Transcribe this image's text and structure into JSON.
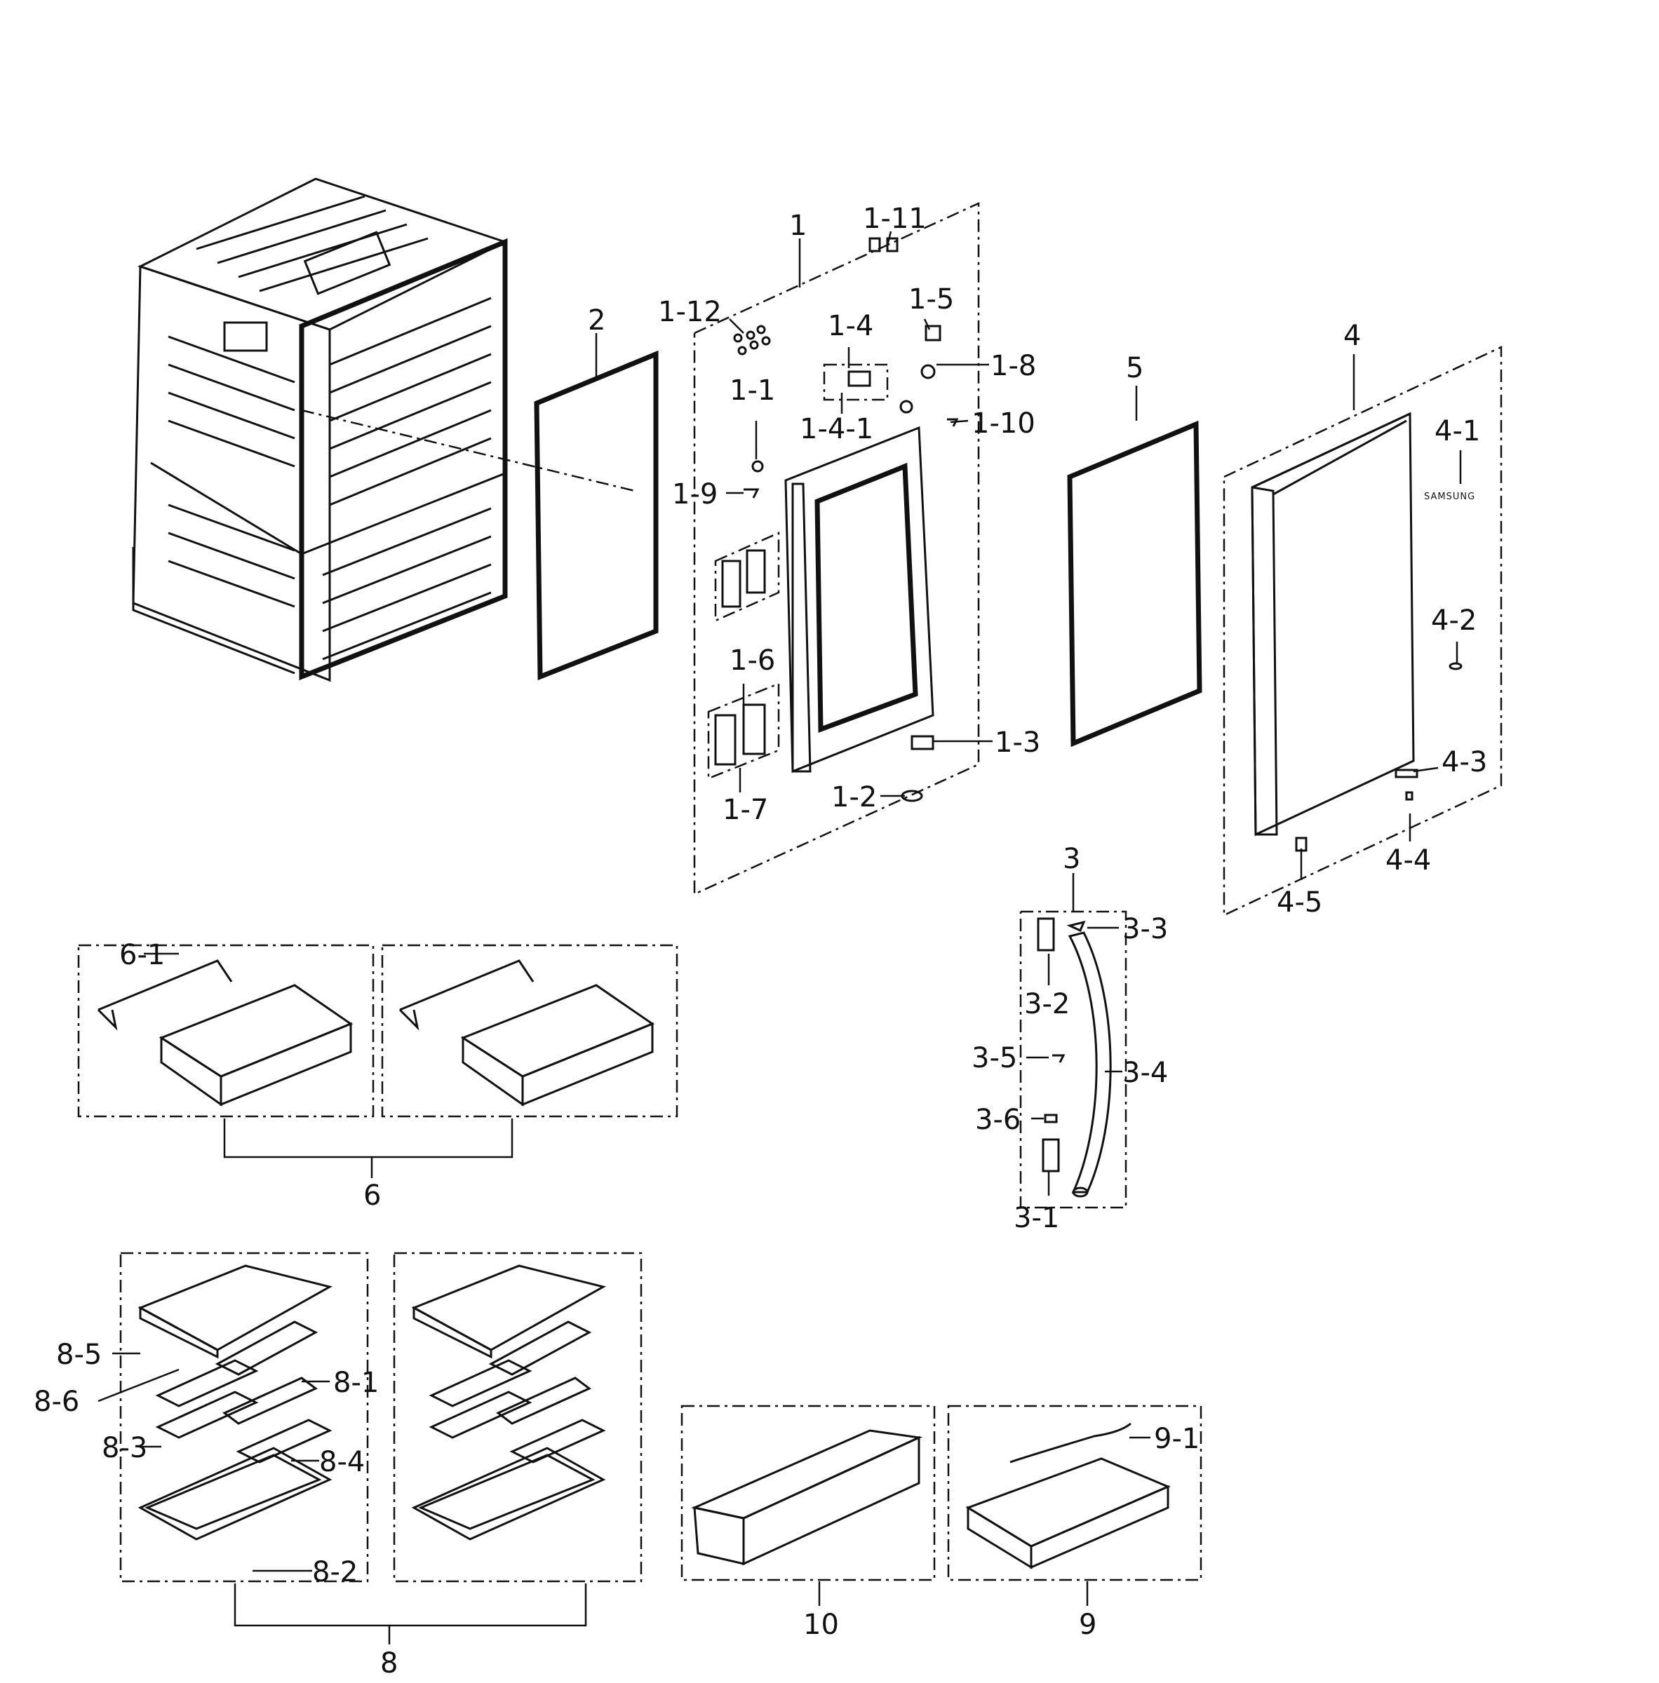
{
  "labels": [
    {
      "id": "1",
      "text": "1"
    },
    {
      "id": "1-11",
      "text": "1-11"
    },
    {
      "id": "1-12",
      "text": "1-12"
    },
    {
      "id": "1-5",
      "text": "1-5"
    },
    {
      "id": "1-4",
      "text": "1-4"
    },
    {
      "id": "1-8",
      "text": "1-8"
    },
    {
      "id": "1-1",
      "text": "1-1"
    },
    {
      "id": "1-4-1",
      "text": "1-4-1"
    },
    {
      "id": "1-10",
      "text": "1-10"
    },
    {
      "id": "1-9",
      "text": "1-9"
    },
    {
      "id": "1-6",
      "text": "1-6"
    },
    {
      "id": "1-3",
      "text": "1-3"
    },
    {
      "id": "1-2",
      "text": "1-2"
    },
    {
      "id": "1-7",
      "text": "1-7"
    },
    {
      "id": "2",
      "text": "2"
    },
    {
      "id": "5",
      "text": "5"
    },
    {
      "id": "4",
      "text": "4"
    },
    {
      "id": "4-1",
      "text": "4-1"
    },
    {
      "id": "4-2",
      "text": "4-2"
    },
    {
      "id": "4-3",
      "text": "4-3"
    },
    {
      "id": "4-4",
      "text": "4-4"
    },
    {
      "id": "4-5",
      "text": "4-5"
    },
    {
      "id": "3",
      "text": "3"
    },
    {
      "id": "3-3",
      "text": "3-3"
    },
    {
      "id": "3-2",
      "text": "3-2"
    },
    {
      "id": "3-5",
      "text": "3-5"
    },
    {
      "id": "3-4",
      "text": "3-4"
    },
    {
      "id": "3-6",
      "text": "3-6"
    },
    {
      "id": "3-1",
      "text": "3-1"
    },
    {
      "id": "6-1",
      "text": "6-1"
    },
    {
      "id": "6",
      "text": "6"
    },
    {
      "id": "8-5",
      "text": "8-5"
    },
    {
      "id": "8-1",
      "text": "8-1"
    },
    {
      "id": "8-6",
      "text": "8-6"
    },
    {
      "id": "8-3",
      "text": "8-3"
    },
    {
      "id": "8-4",
      "text": "8-4"
    },
    {
      "id": "8-2",
      "text": "8-2"
    },
    {
      "id": "8",
      "text": "8"
    },
    {
      "id": "9-1",
      "text": "9-1"
    },
    {
      "id": "10",
      "text": "10"
    },
    {
      "id": "9",
      "text": "9"
    }
  ],
  "brand_mark": "SAMSUNG"
}
